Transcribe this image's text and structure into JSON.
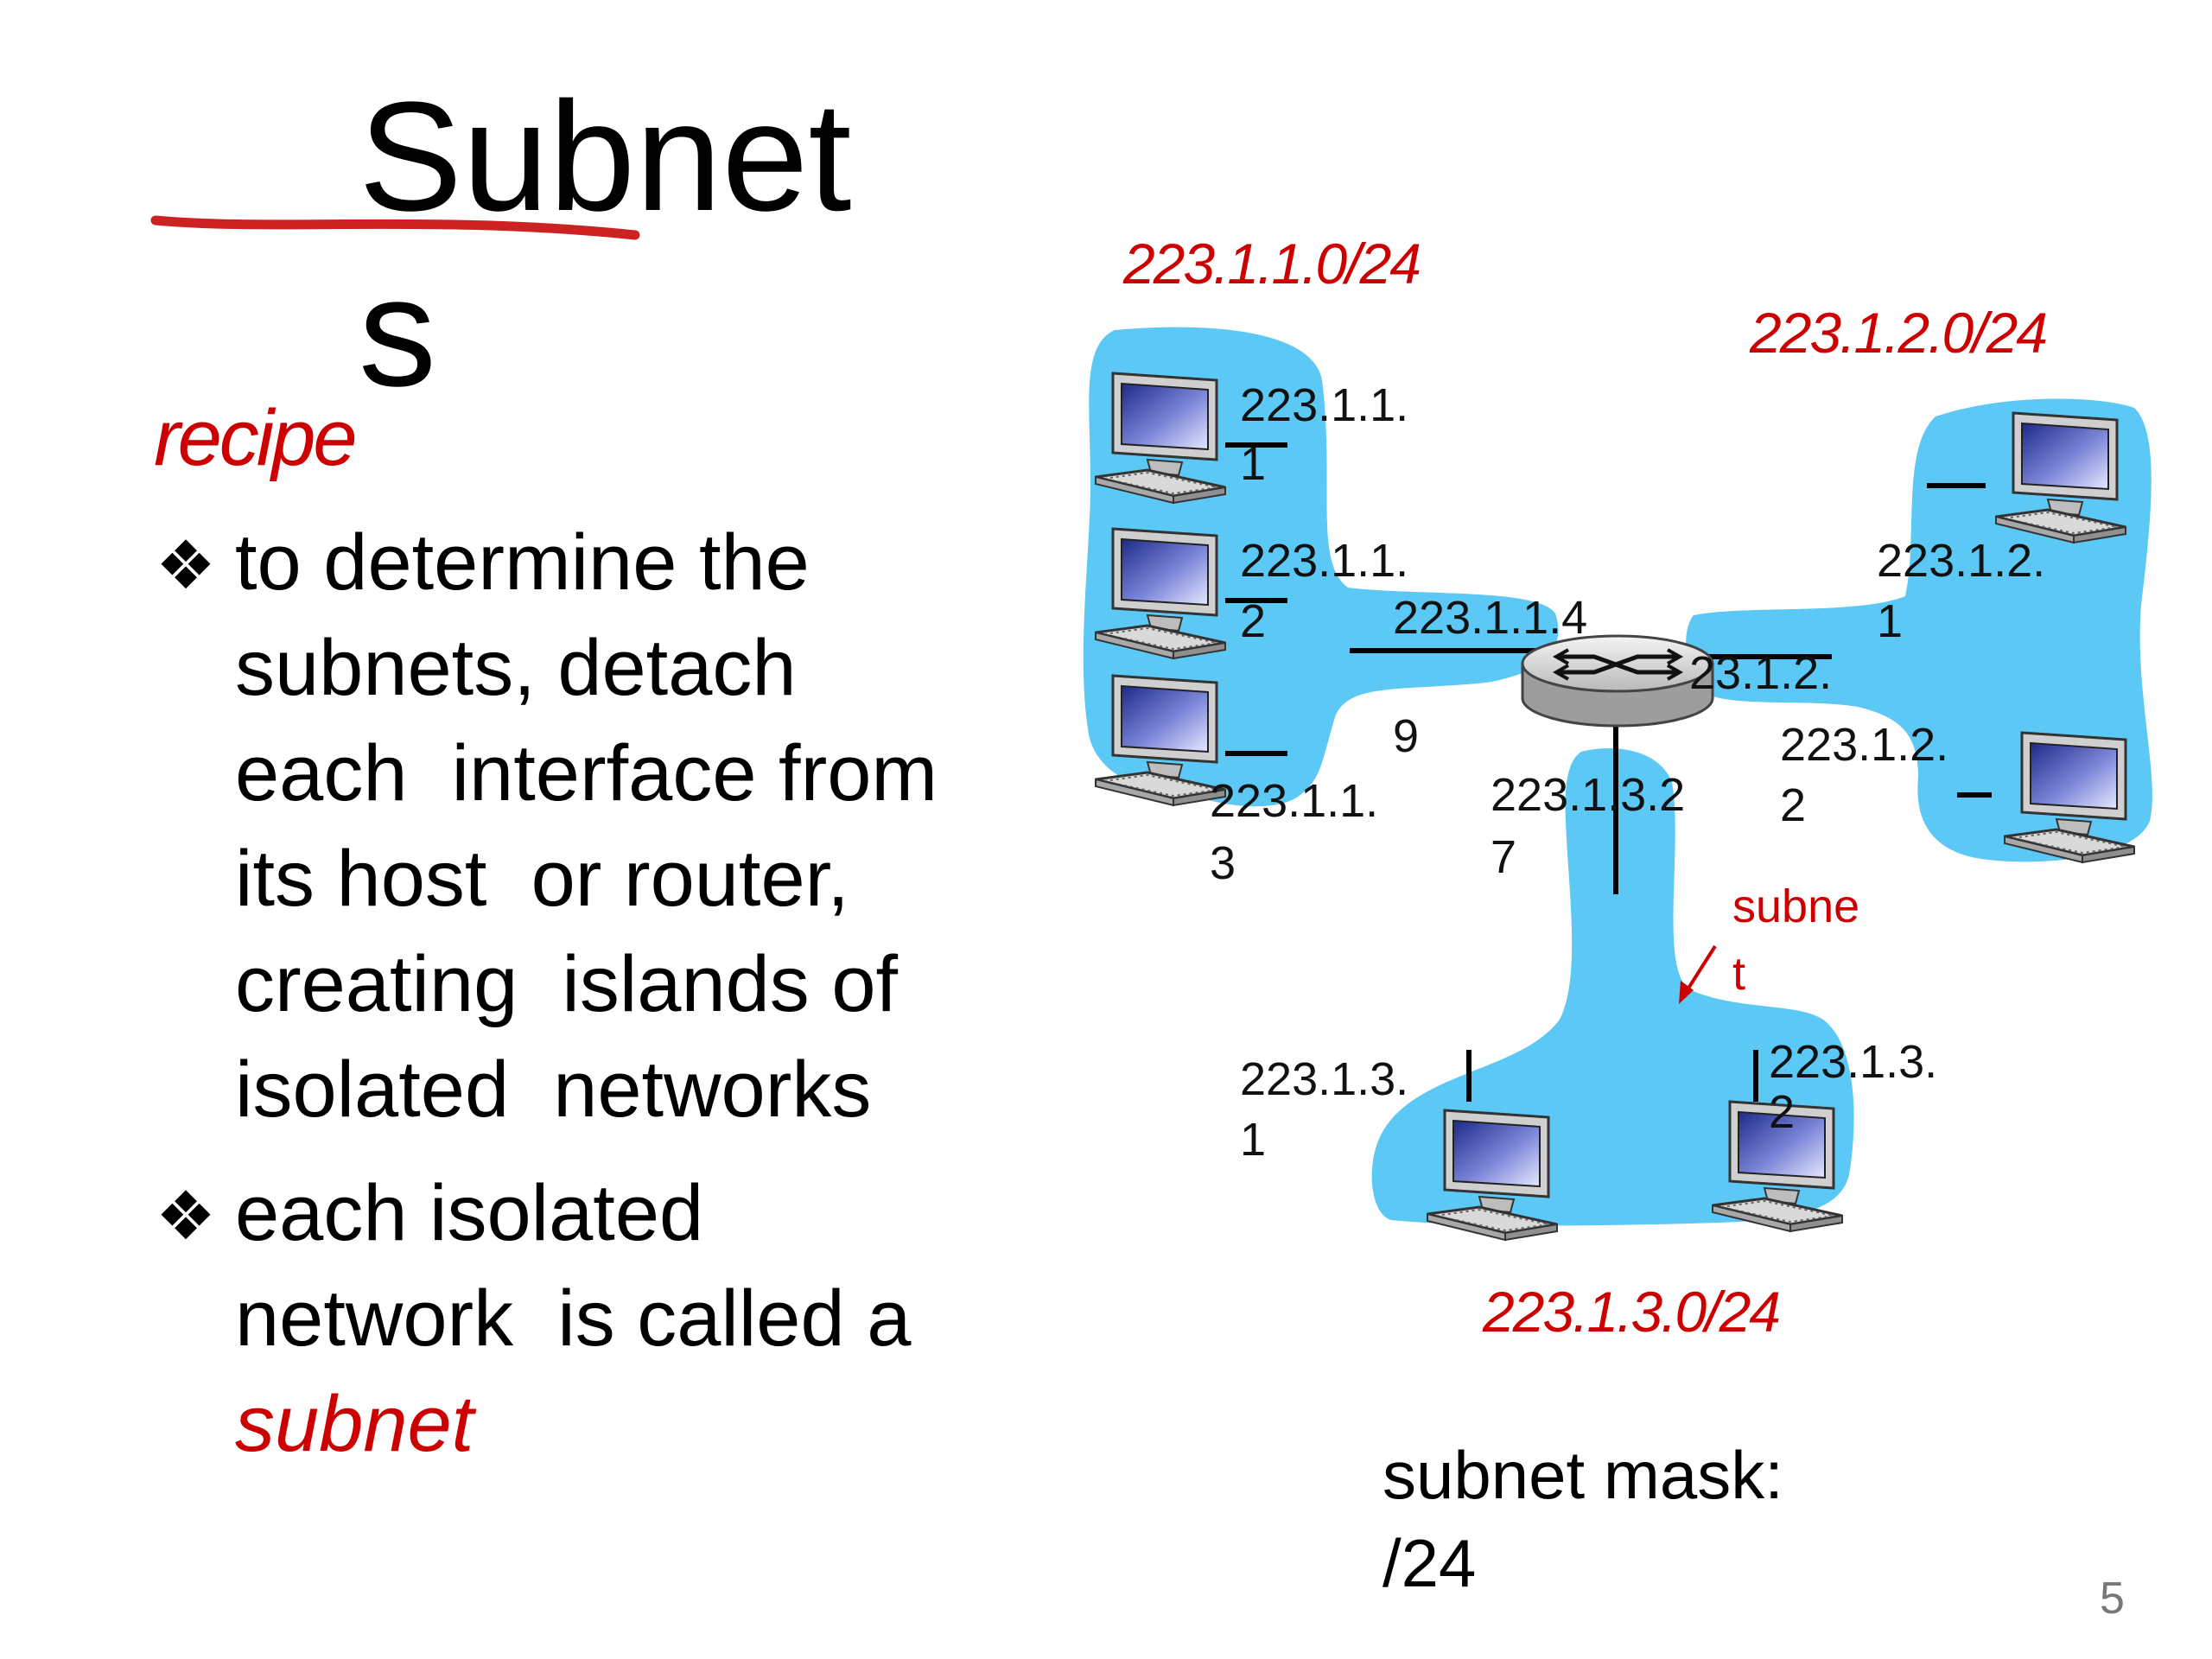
{
  "slide": {
    "title_line1": "Subnet",
    "title_line2": "s",
    "subtitle": "recipe",
    "bullets": [
      {
        "lines": [
          "to determine the",
          "subnets, detach",
          "each  interface from",
          "its host  or router,",
          "creating  islands of",
          "isolated  networks"
        ]
      },
      {
        "lines": [
          "each isolated",
          "network  is called a"
        ],
        "emphasis": "subnet"
      }
    ],
    "page_number": "5"
  },
  "diagram": {
    "networks": {
      "n1": "223.1.1.0/24",
      "n2": "223.1.2.0/24",
      "n3": "223.1.3.0/24"
    },
    "interfaces": {
      "h111_a": "223.1.1.",
      "h111_b": "1",
      "h112_a": "223.1.1.",
      "h112_b": "2",
      "h113_a": "223.1.1.",
      "h113_b": "3",
      "r114": "223.1.1.4",
      "r119": "9",
      "r1229": "23.1.2.",
      "h121_a": "223.1.2.",
      "h121_b": "1",
      "h122_a": "223.1.2.",
      "h122_b": "2",
      "r1327_a": "223.1.3.2",
      "r1327_b": "7",
      "h131_a": "223.1.3.",
      "h131_b": "1",
      "h132_a": "223.1.3.",
      "h132_b": "2"
    },
    "subnet_callout_a": "subne",
    "subnet_callout_b": "t",
    "subnet_mask_line1": "subnet mask:",
    "subnet_mask_line2": "/24",
    "colors": {
      "island": "#5cc8f5",
      "accent": "#cc0000",
      "ink": "#000000"
    }
  }
}
